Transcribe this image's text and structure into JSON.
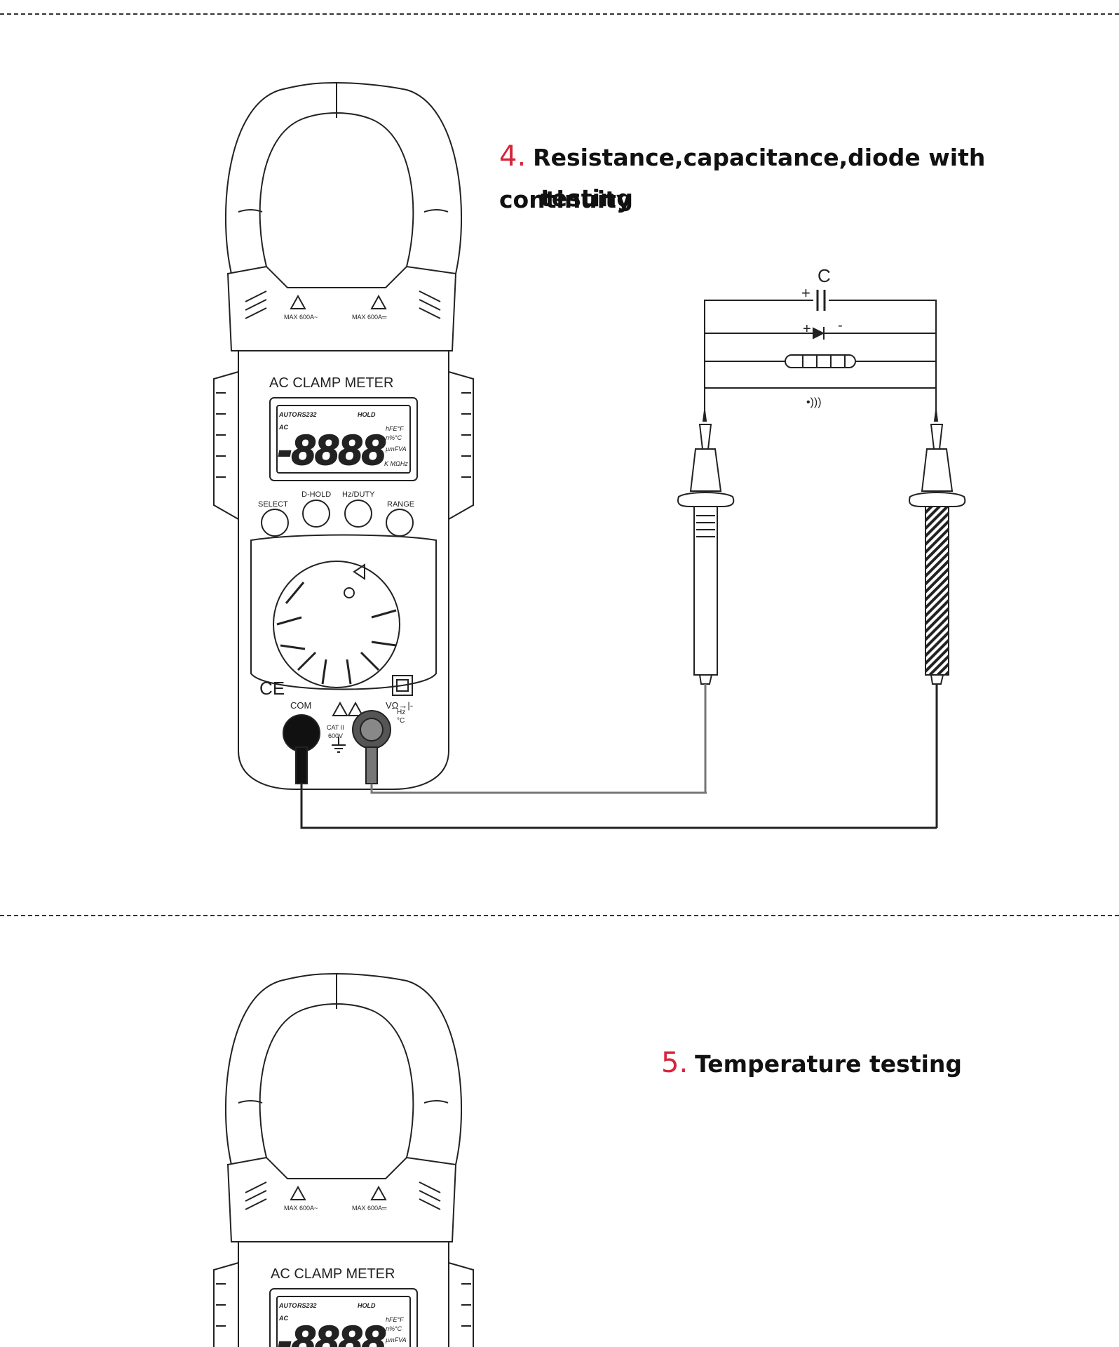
{
  "section4": {
    "number": "4.",
    "title_line1": "Resistance,capacitance,diode with continuity",
    "title_line2": "testing"
  },
  "section5": {
    "number": "5.",
    "title": "Temperature testing"
  },
  "meter": {
    "model_label": "AC CLAMP METER",
    "max_ac": "MAX 600A~",
    "max_dc": "MAX 600A═",
    "lcd": {
      "auto": "AUTO",
      "rs232": "RS232",
      "hold": "HOLD",
      "ac": "AC",
      "digits": "-8888",
      "units1": "hFE°F",
      "units2": "n%°C",
      "units3": "µmFVA",
      "units4": "K MΩHz"
    },
    "buttons": [
      "SELECT",
      "D-HOLD",
      "Hz/DUTY",
      "RANGE"
    ],
    "ce_mark": "CE",
    "com_label": "COM",
    "v_label": "VΩ→|-",
    "hz_label": "Hz",
    "degc_label": "°C",
    "cat_label": "CAT II",
    "volt_label": "600V"
  },
  "circuit": {
    "capacitor_label": "C",
    "plus1": "+",
    "plus2": "+",
    "minus": "-",
    "continuity_symbol": "•)))"
  },
  "colors": {
    "accent_number": "#d8243a",
    "line": "#222222",
    "gray_lead": "#888888"
  }
}
